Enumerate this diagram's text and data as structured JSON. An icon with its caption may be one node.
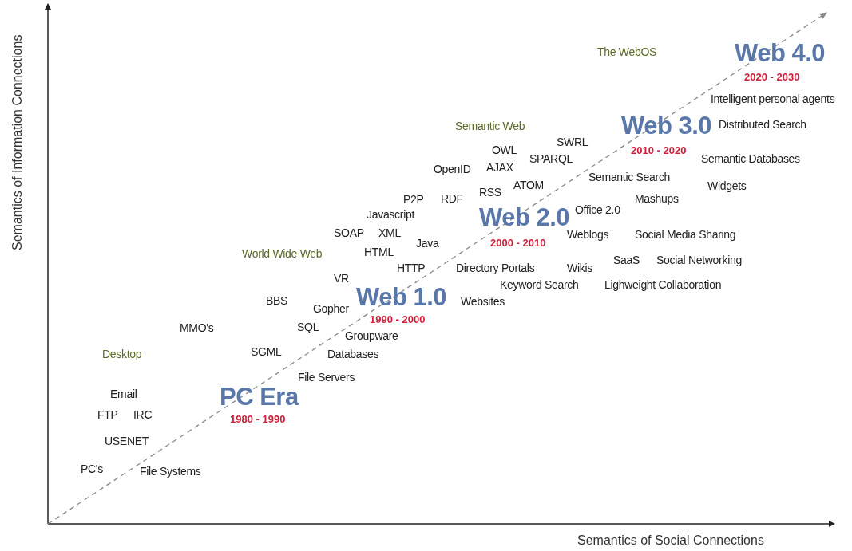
{
  "diagram": {
    "labels": [
      "The WebOS",
      "Web 4.0",
      "2020 - 2030",
      "Intelligent personal agents",
      "Semantic Web",
      "Web 3.0",
      "Distributed Search",
      "SWRL",
      "OWL",
      "2010 - 2020",
      "SPARQL",
      "Semantic Databases",
      "OpenID",
      "AJAX",
      "Semantic Search",
      "ATOM",
      "Widgets",
      "P2P",
      "RDF",
      "RSS",
      "Mashups",
      "Javascript",
      "Web 2.0",
      "Office 2.0",
      "SOAP",
      "XML",
      "Java",
      "2000 - 2010",
      "Weblogs",
      "Social Media Sharing",
      "World Wide Web",
      "HTML",
      "HTTP",
      "Directory Portals",
      "Wikis",
      "SaaS",
      "Social Networking",
      "VR",
      "Keyword Search",
      "Lighweight Collaboration",
      "BBS",
      "Web 1.0",
      "Websites",
      "Gopher",
      "1990 - 2000",
      "MMO's",
      "SQL",
      "Groupware",
      "Desktop",
      "SGML",
      "Databases",
      "File Servers",
      "Email",
      "PC Era",
      "FTP",
      "IRC",
      "1980 - 1990",
      "USENET",
      "PC's",
      "File Systems",
      "Semantics of Social Connections",
      "Semantics of Information Connections"
    ]
  }
}
